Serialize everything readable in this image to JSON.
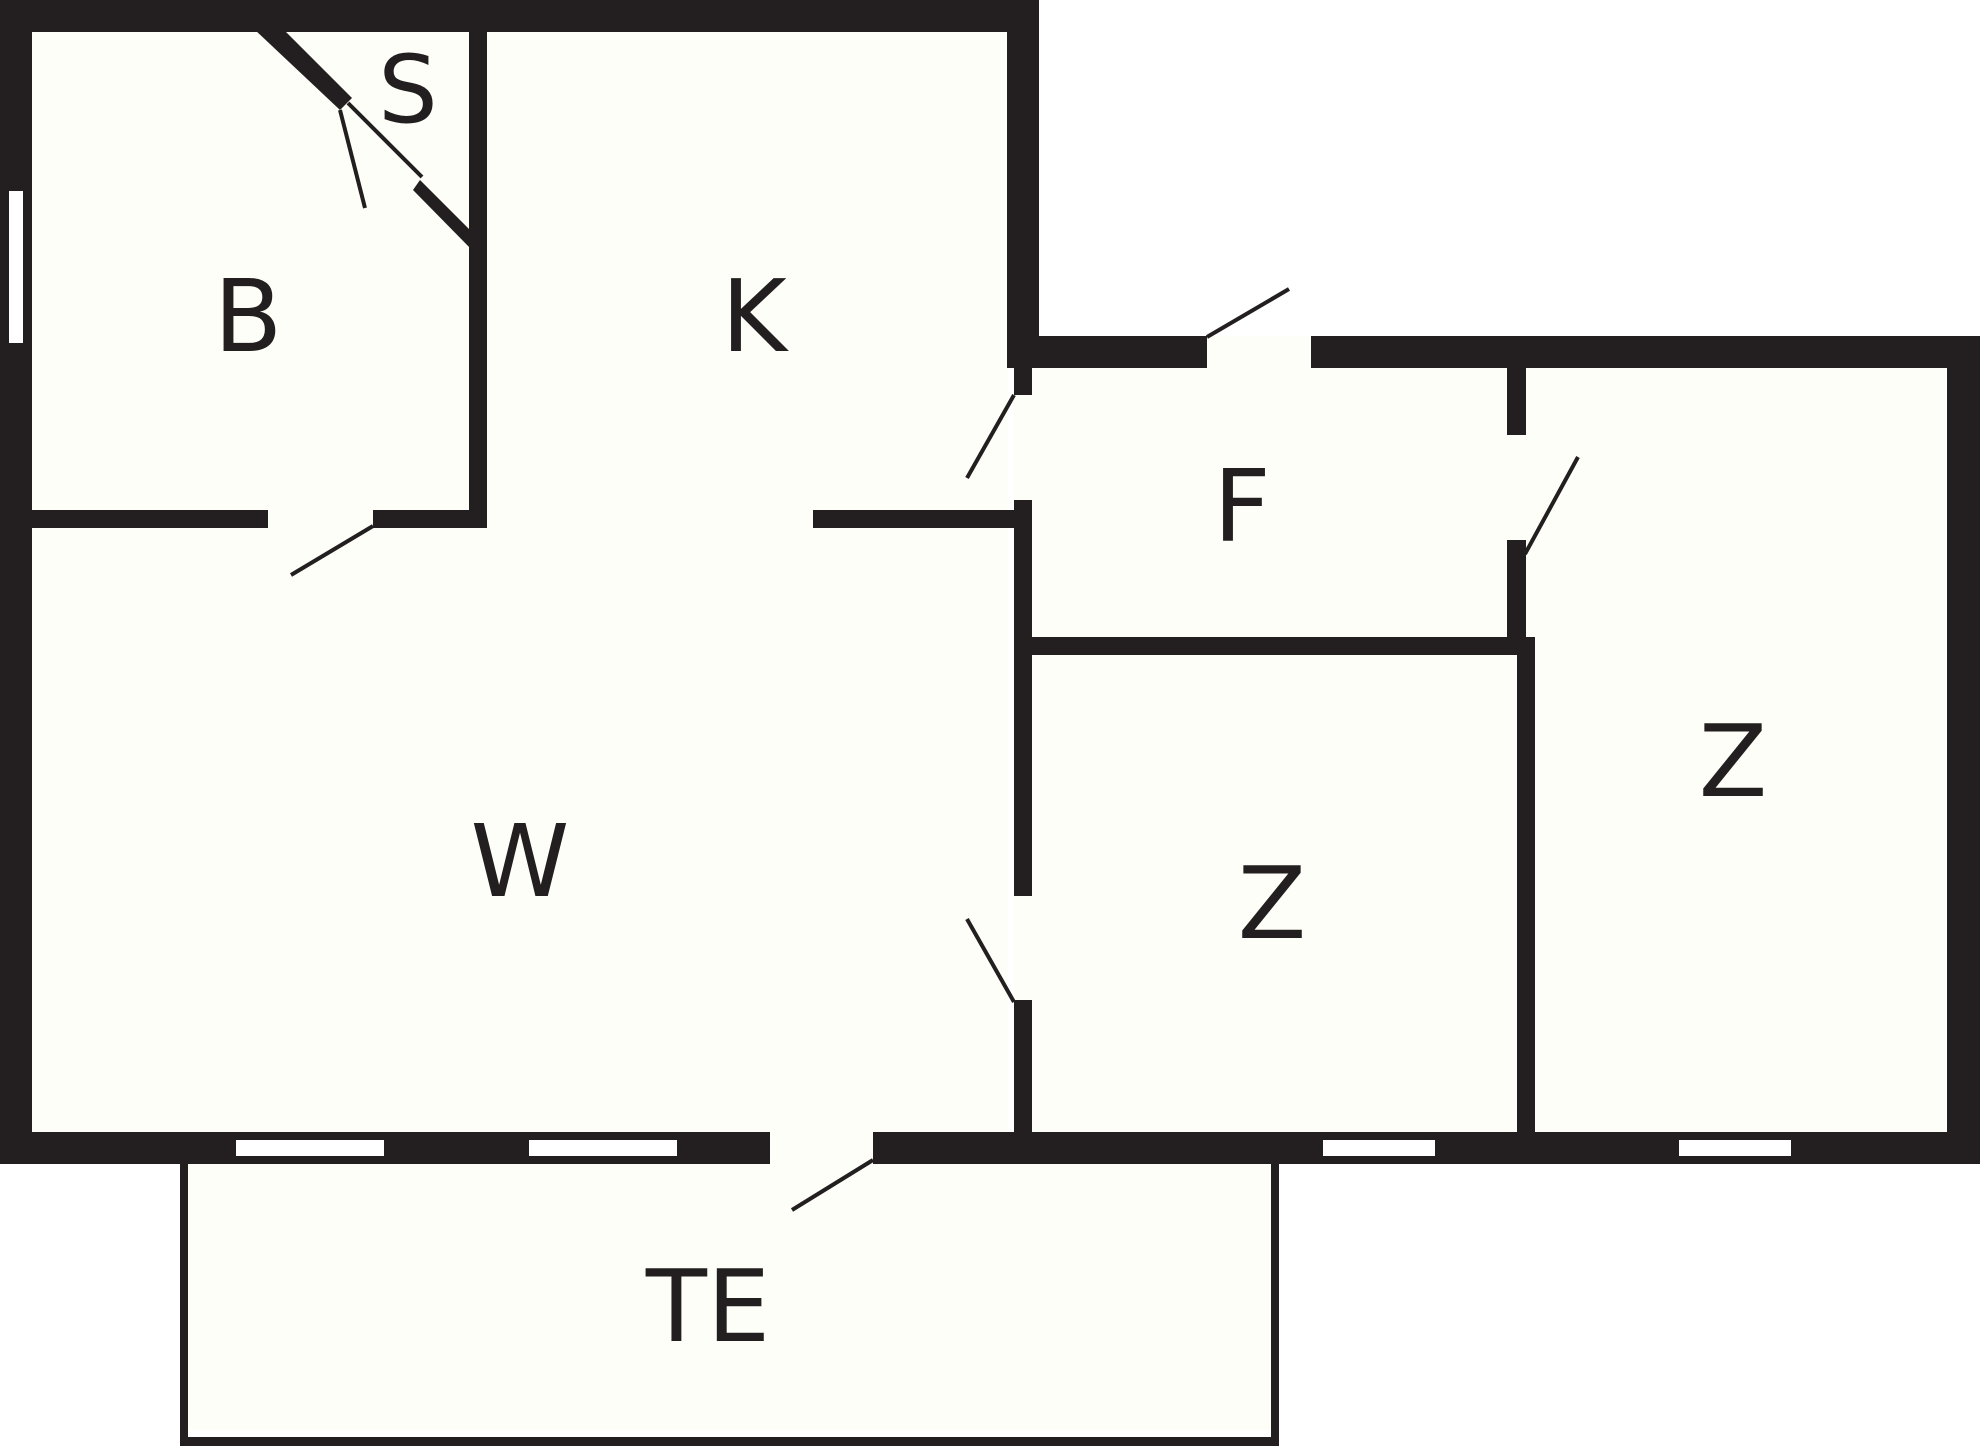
{
  "floor_plan": {
    "rooms": [
      {
        "id": "bath",
        "label": "B"
      },
      {
        "id": "storage",
        "label": "S"
      },
      {
        "id": "kitchen",
        "label": "K"
      },
      {
        "id": "hallway",
        "label": "F"
      },
      {
        "id": "living",
        "label": "W"
      },
      {
        "id": "bedroom-middle",
        "label": "Z"
      },
      {
        "id": "bedroom-right",
        "label": "Z"
      },
      {
        "id": "terrace",
        "label": "TE"
      }
    ]
  }
}
